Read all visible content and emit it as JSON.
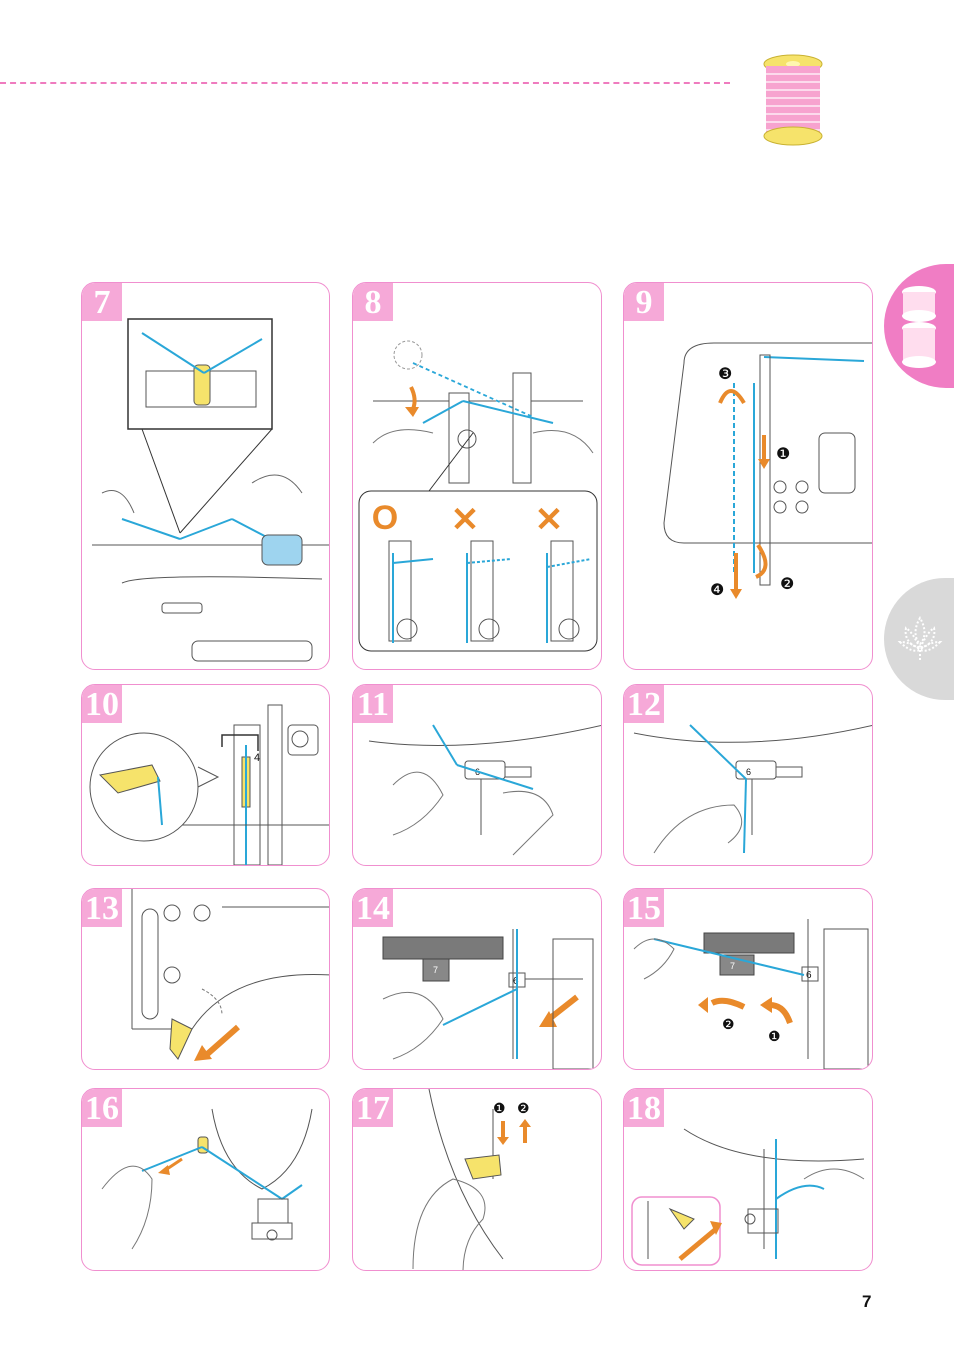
{
  "header": {
    "accent_color": "#ef7bbf",
    "thread_color": "#2aa7d8",
    "arrow_color": "#e98a2b"
  },
  "steps": [
    {
      "number": "7"
    },
    {
      "number": "8",
      "marks": [
        "O",
        "✕",
        "✕"
      ]
    },
    {
      "number": "9",
      "callouts": [
        "❸",
        "❶",
        "❹",
        "❷"
      ]
    },
    {
      "number": "10",
      "labels": [
        "4"
      ]
    },
    {
      "number": "11",
      "labels": [
        "6"
      ]
    },
    {
      "number": "12",
      "labels": [
        "6"
      ]
    },
    {
      "number": "13"
    },
    {
      "number": "14",
      "labels": [
        "7",
        "6"
      ]
    },
    {
      "number": "15",
      "labels": [
        "7",
        "6"
      ],
      "callouts": [
        "❷",
        "❶"
      ]
    },
    {
      "number": "16"
    },
    {
      "number": "17",
      "callouts": [
        "❶",
        "❷"
      ]
    },
    {
      "number": "18"
    }
  ],
  "side_tabs": [
    {
      "name": "thread-spool-icon"
    },
    {
      "name": "embroidery-flower-icon"
    }
  ],
  "page_number": "7"
}
